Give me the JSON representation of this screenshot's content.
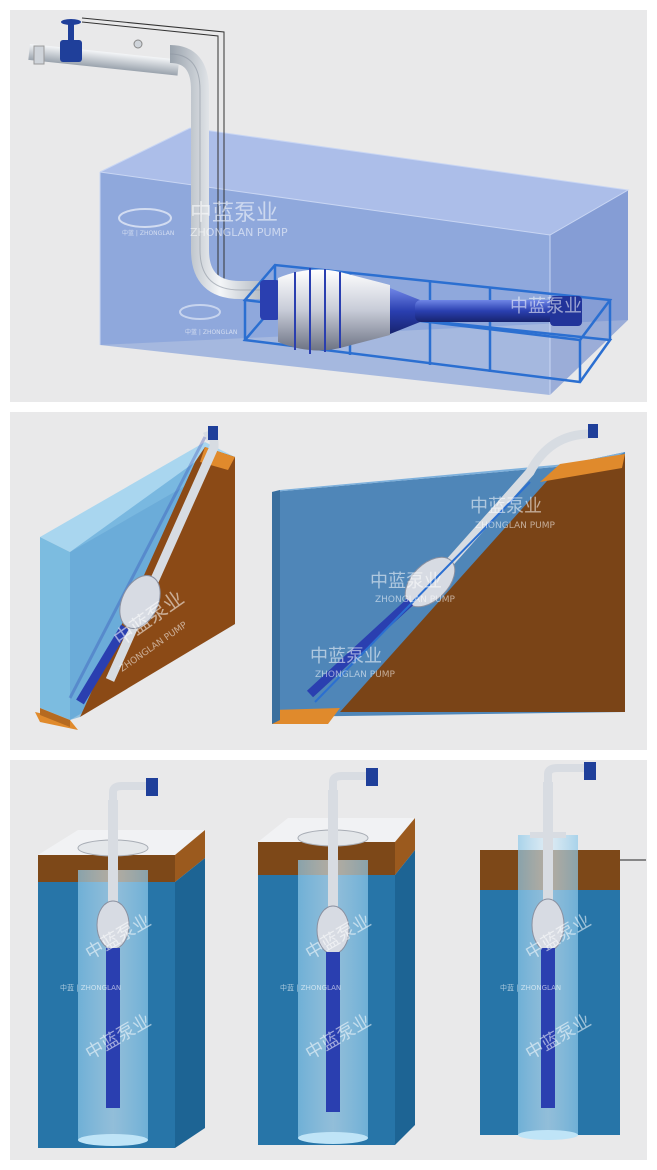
{
  "watermark": {
    "brand_cn": "中蓝泵业",
    "brand_en": "ZHONGLAN PUMP",
    "small_label": "中蓝 | ZHONGLAN"
  },
  "panels": [
    {
      "name": "horizontal-installation",
      "scene": "Submersible pump laid horizontally inside a tank on a frame, discharge pipe rising to a valve"
    },
    {
      "name": "inclined-installation",
      "scene": "Submersible pump on an inclined rail along a slope, two views"
    },
    {
      "name": "vertical-well-installation",
      "scene": "Submersible pump hanging vertically inside wells, three variants"
    }
  ],
  "colors": {
    "water": "#4f8fd0",
    "water_dark": "#2f73b4",
    "soil": "#8a4f1c",
    "soil_top": "#d8892a",
    "pump_blue": "#2a3fb0",
    "pipe": "#d9dde3",
    "frame": "#2b6fd1",
    "background": "#e9e9ea"
  }
}
